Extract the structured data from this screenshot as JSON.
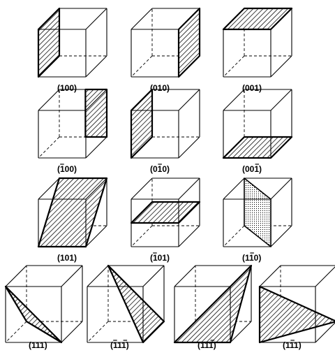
{
  "planes": [
    {
      "h": "1",
      "k": "0",
      "l": "0",
      "neg": [
        false,
        false,
        false
      ],
      "shading": "hatch"
    },
    {
      "h": "0",
      "k": "1",
      "l": "0",
      "neg": [
        false,
        false,
        false
      ],
      "shading": "hatch"
    },
    {
      "h": "0",
      "k": "0",
      "l": "1",
      "neg": [
        false,
        false,
        false
      ],
      "shading": "hatch"
    },
    {
      "h": "1",
      "k": "0",
      "l": "0",
      "neg": [
        true,
        false,
        false
      ],
      "shading": "hatch"
    },
    {
      "h": "0",
      "k": "1",
      "l": "0",
      "neg": [
        false,
        true,
        false
      ],
      "shading": "hatch"
    },
    {
      "h": "0",
      "k": "0",
      "l": "1",
      "neg": [
        false,
        false,
        true
      ],
      "shading": "hatch"
    },
    {
      "h": "1",
      "k": "0",
      "l": "1",
      "neg": [
        false,
        false,
        false
      ],
      "shading": "hatch"
    },
    {
      "h": "1",
      "k": "0",
      "l": "1",
      "neg": [
        true,
        false,
        false
      ],
      "shading": "hatch"
    },
    {
      "h": "1",
      "k": "1",
      "l": "0",
      "neg": [
        false,
        true,
        false
      ],
      "shading": "dots"
    },
    {
      "h": "1",
      "k": "1",
      "l": "1",
      "neg": [
        false,
        false,
        false
      ],
      "shading": "hatch"
    },
    {
      "h": "1",
      "k": "1",
      "l": "1",
      "neg": [
        true,
        false,
        true
      ],
      "shading": "hatch"
    },
    {
      "h": "1",
      "k": "1",
      "l": "1",
      "neg": [
        false,
        false,
        true
      ],
      "shading": "hatch"
    },
    {
      "h": "1",
      "k": "1",
      "l": "1",
      "neg": [
        false,
        true,
        false
      ],
      "shading": "hatch"
    }
  ]
}
